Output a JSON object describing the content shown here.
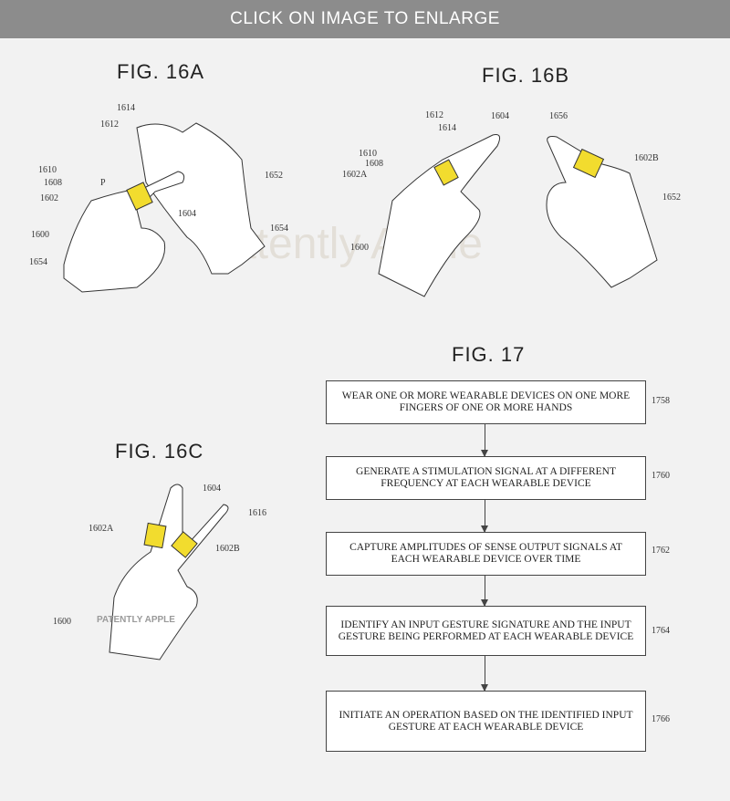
{
  "banner": {
    "text": "CLICK ON IMAGE TO ENLARGE"
  },
  "watermark": {
    "main": "Patently Apple",
    "small": "PATENTLY APPLE"
  },
  "fig16a": {
    "title": "FIG. 16A",
    "labels": [
      "1614",
      "1612",
      "1610",
      "1608",
      "P",
      "1602",
      "1604",
      "1652",
      "1654",
      "1600",
      "1654"
    ]
  },
  "fig16b": {
    "title": "FIG. 16B",
    "labels": [
      "1612",
      "1604",
      "1656",
      "1614",
      "1610",
      "1608",
      "1602A",
      "1602B",
      "1652",
      "1600"
    ]
  },
  "fig16c": {
    "title": "FIG. 16C",
    "labels": [
      "1604",
      "1616",
      "1602A",
      "1602B",
      "1600"
    ]
  },
  "fig17": {
    "title": "FIG. 17",
    "steps": [
      {
        "text": "Wear one or more wearable devices on one more fingers of one or more hands",
        "ref": "1758"
      },
      {
        "text": "Generate a stimulation signal at a different frequency at each wearable device",
        "ref": "1760"
      },
      {
        "text": "Capture amplitudes of sense output signals at each wearable device over time",
        "ref": "1762"
      },
      {
        "text": "Identify an input gesture signature and the input gesture being performed at each wearable device",
        "ref": "1764"
      },
      {
        "text": "Initiate an operation based on the identified input gesture at each wearable device",
        "ref": "1766"
      }
    ]
  },
  "colors": {
    "ring": "#f2dc2e",
    "banner": "#8c8c8c",
    "background": "#f2f2f2"
  }
}
